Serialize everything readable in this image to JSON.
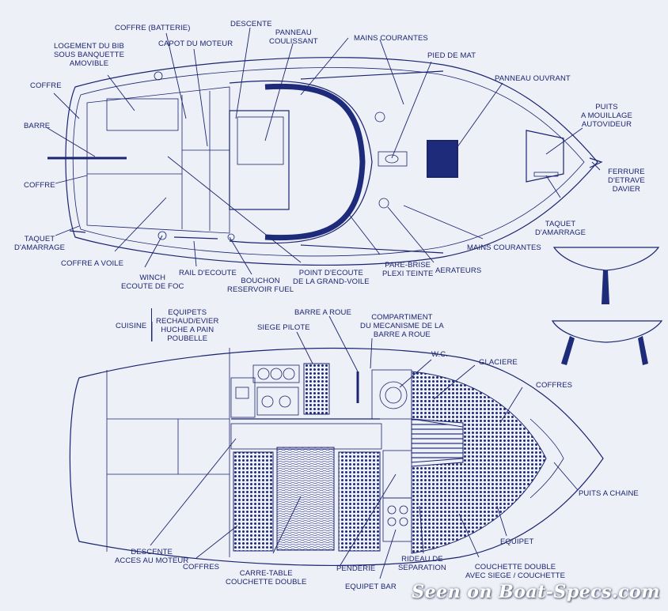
{
  "deck_labels": {
    "coffre_batterie": "COFFRE (BATTERIE)",
    "descente_top": "DESCENTE",
    "logement_bib": [
      "LOGEMENT DU BIB",
      "SOUS BANQUETTE",
      "AMOVIBLE"
    ],
    "capot_moteur": "CAPOT DU MOTEUR",
    "panneau_coulissant": [
      "PANNEAU",
      "COULISSANT"
    ],
    "mains_courantes_top": "MAINS COURANTES",
    "pied_de_mat": "PIED DE MAT",
    "panneau_ouvrant": "PANNEAU OUVRANT",
    "coffre_top": "COFFRE",
    "puits_mouillage": [
      "PUITS",
      "A MOUILLAGE",
      "AUTOVIDEUR"
    ],
    "barre": "BARRE",
    "ferrure_etrave": [
      "FERRURE",
      "D'ETRAVE",
      "DAVIER"
    ],
    "coffre_mid": "COFFRE",
    "taquet_right": [
      "TAQUET",
      "D'AMARRAGE"
    ],
    "taquet_left": [
      "TAQUET",
      "D'AMARRAGE"
    ],
    "mains_courantes_bottom": "MAINS COURANTES",
    "coffre_a_voile": "COFFRE A VOILE",
    "pare_brise": [
      "PARE-BRISE",
      "PLEXI TEINTE"
    ],
    "aerateurs": "AERATEURS",
    "point_ecoute": [
      "POINT D'ECOUTE",
      "DE LA GRAND-VOILE"
    ],
    "winch": [
      "WINCH",
      "ECOUTE DE FOC"
    ],
    "rail_ecoute": "RAIL D'ECOUTE",
    "bouchon": [
      "BOUCHON",
      "RESERVOIR FUEL"
    ]
  },
  "interior_labels": {
    "cuisine": "CUISINE",
    "equipets": [
      "EQUIPETS",
      "RECHAUD/EVIER",
      "HUCHE A PAIN",
      "POUBELLE"
    ],
    "barre_a_roue": "BARRE A ROUE",
    "compartiment": [
      "COMPARTIMENT",
      "DU MECANISME DE LA",
      "BARRE A ROUE"
    ],
    "siege_pilote": "SIEGE PILOTE",
    "wc": "W.C.",
    "glaciere": "GLACIERE",
    "coffres_right": "COFFRES",
    "puits_a_chaine": "PUITS A CHAINE",
    "equipet": "EQUIPET",
    "descente_moteur": [
      "DESCENTE",
      "ACCES AU MOTEUR"
    ],
    "coffres_bottom": "COFFRES",
    "carre_table": [
      "CARRE-TABLE",
      "COUCHETTE DOUBLE"
    ],
    "penderie": "PENDERIE",
    "rideau": [
      "RIDEAU DE",
      "SEPARATION"
    ],
    "couchette_double": [
      "COUCHETTE DOUBLE",
      "AVEC SIEGE / COUCHETTE"
    ],
    "equipet_bar": "EQUIPET BAR"
  },
  "watermark": "Seen on Boat-Specs.com",
  "colors": {
    "ink": "#1a2470",
    "paper": "#eef0f7",
    "fill": "#1e2a7a"
  }
}
